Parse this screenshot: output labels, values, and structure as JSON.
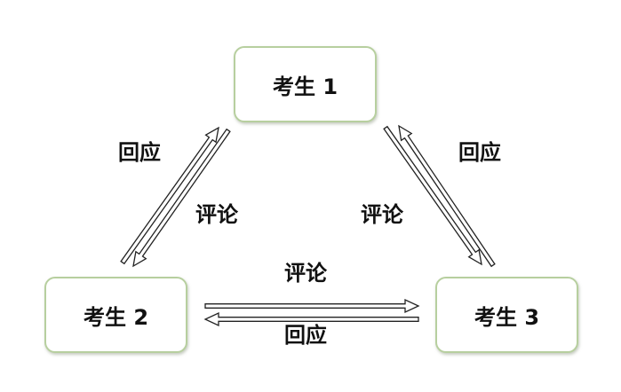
{
  "nodes": {
    "n1": "考生 1",
    "n2": "考生 2",
    "n3": "考生 3"
  },
  "labels": {
    "left_respond": "回应",
    "left_comment": "评论",
    "right_respond": "回应",
    "right_comment": "评论",
    "bottom_comment": "评论",
    "bottom_respond": "回应"
  }
}
